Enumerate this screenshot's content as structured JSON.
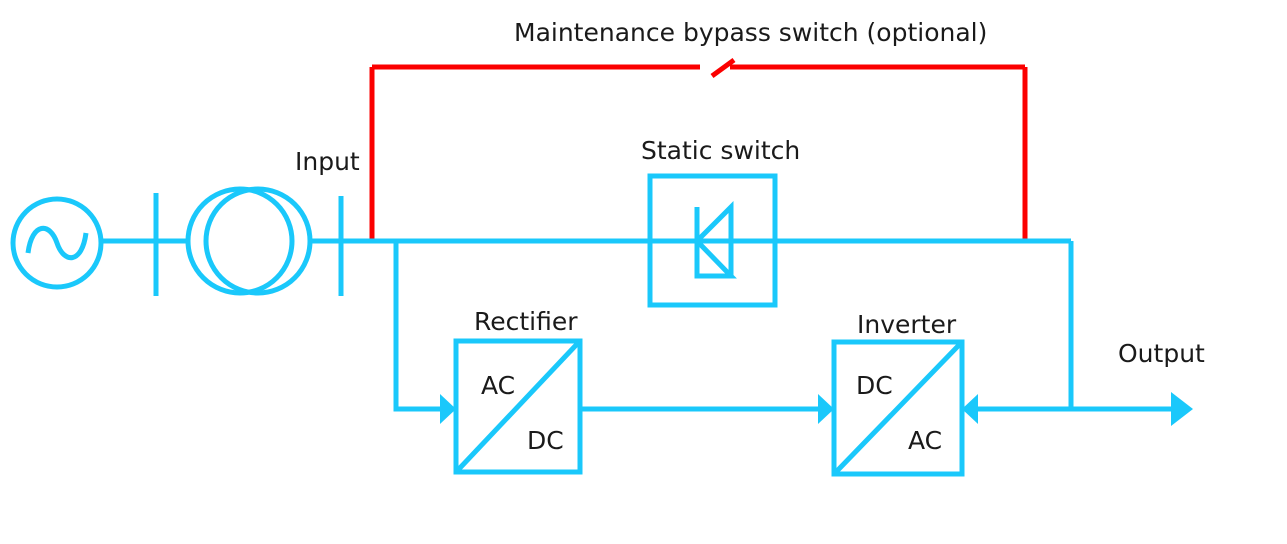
{
  "diagram": {
    "type": "ups-single-line-block-diagram",
    "title": "Maintenance bypass switch (optional)",
    "colors": {
      "wire": "#1ac8fb",
      "bypass": "#fb0000",
      "text": "#1a1a1a",
      "background": "#ffffff"
    },
    "labels": {
      "bypass_switch": "Maintenance bypass switch (optional)",
      "input": "Input",
      "static_switch": "Static switch",
      "rectifier": "Rectifier",
      "inverter": "Inverter",
      "output": "Output"
    },
    "blocks": [
      {
        "id": "rectifier",
        "title": "Rectifier",
        "input_side_label": "AC",
        "output_side_label": "DC"
      },
      {
        "id": "inverter",
        "title": "Inverter",
        "input_side_label": "DC",
        "output_side_label": "AC"
      },
      {
        "id": "static-switch",
        "title": "Static switch",
        "symbol": "anti-parallel-thyristors"
      }
    ],
    "source": {
      "symbol": "ac-source",
      "glyph": "sine-wave-in-circle"
    },
    "transformer": {
      "symbol": "two-winding-transformer"
    },
    "busbars": [
      "busbar-1",
      "busbar-2"
    ],
    "connections": [
      "source-to-busbar-1",
      "busbar-1-to-transformer",
      "transformer-to-busbar-2",
      "busbar-2-to-main-bus",
      "main-bus-through-static-switch",
      "main-bus-to-output-node",
      "input-tap-to-rectifier",
      "rectifier-to-inverter-dc-link",
      "inverter-to-output-node",
      "bypass-left-riser",
      "bypass-top-run",
      "bypass-right-riser"
    ]
  }
}
